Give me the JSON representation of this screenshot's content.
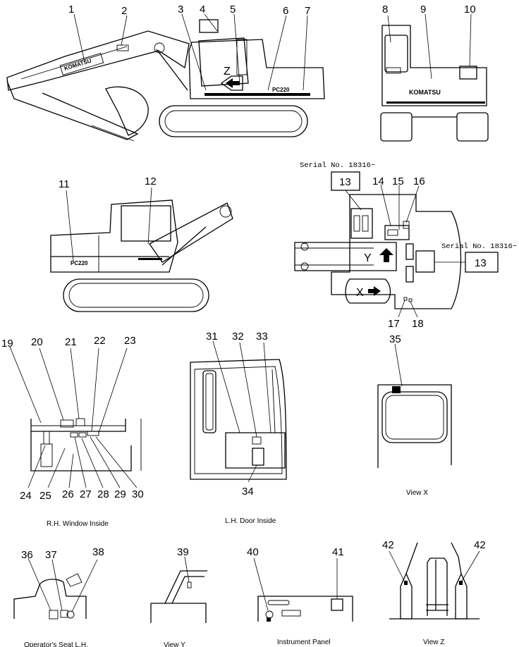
{
  "callouts": {
    "n1": "1",
    "n2": "2",
    "n3": "3",
    "n4": "4",
    "n5": "5",
    "n6": "6",
    "n7": "7",
    "n8": "8",
    "n9": "9",
    "n10": "10",
    "n11": "11",
    "n12": "12",
    "n13a": "13",
    "n13b": "13",
    "n14": "14",
    "n15": "15",
    "n16": "16",
    "n17": "17",
    "n18": "18",
    "n19": "19",
    "n20": "20",
    "n21": "21",
    "n22": "22",
    "n23": "23",
    "n24": "24",
    "n25": "25",
    "n26": "26",
    "n27": "27",
    "n28": "28",
    "n29": "29",
    "n30": "30",
    "n31": "31",
    "n32": "32",
    "n33": "33",
    "n34": "34",
    "n35": "35",
    "n36": "36",
    "n37": "37",
    "n38": "38",
    "n39": "39",
    "n40": "40",
    "n41": "41",
    "n42a": "42",
    "n42b": "42"
  },
  "serial": {
    "top": "Serial No. 18316~",
    "right": "Serial No. 18316~"
  },
  "view_markers": {
    "z": "Z",
    "y": "Y",
    "x": "X"
  },
  "captions": {
    "rh_window": "R.H. Window Inside",
    "lh_door": "L.H. Door Inside",
    "view_x": "View X",
    "operator_seat": "Operator's Seat L.H.",
    "view_y": "View Y",
    "instrument_panel": "Instrument Panel",
    "view_z": "View Z"
  },
  "decal_text": {
    "komatsu_boom": "KOMATSU",
    "komatsu_rear": "KOMATSU",
    "model_side": "PC220",
    "model_side_lh": "PC220"
  }
}
